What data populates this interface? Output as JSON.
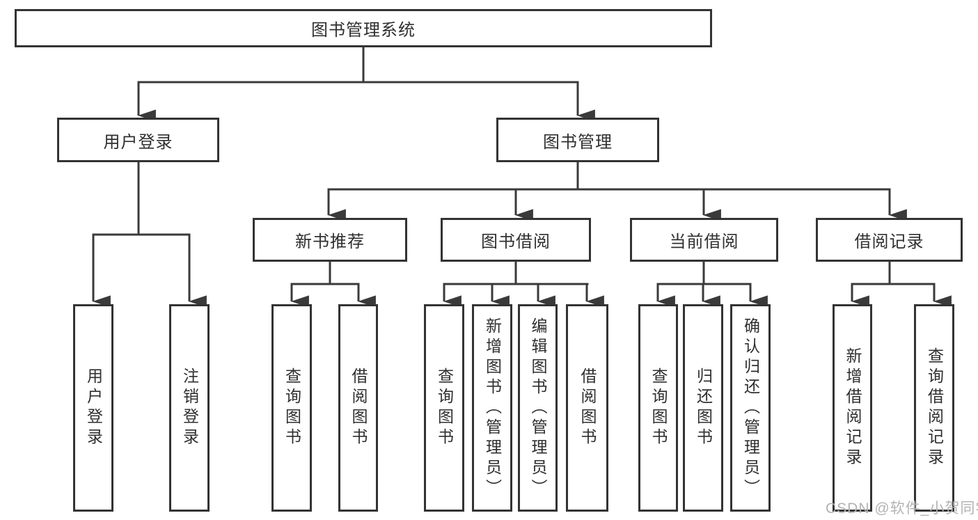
{
  "tree": {
    "root": "图书管理系统",
    "branches": [
      {
        "label": "用户登录",
        "children": [
          "用户登录",
          "注销登录"
        ]
      },
      {
        "label": "图书管理",
        "children": [
          {
            "label": "新书推荐",
            "children": [
              "查询图书",
              "借阅图书"
            ]
          },
          {
            "label": "图书借阅",
            "children": [
              "查询图书",
              "新增图书（管理员）",
              "编辑图书（管理员）",
              "借阅图书"
            ]
          },
          {
            "label": "当前借阅",
            "children": [
              "查询图书",
              "归还图书",
              "确认归还（管理员）"
            ]
          },
          {
            "label": "借阅记录",
            "children": [
              "新增借阅记录",
              "查询借阅记录"
            ]
          }
        ]
      }
    ]
  },
  "watermark": {
    "text": "CSDN @软件_小贺同学"
  },
  "colors": {
    "line": "#3a3a3a",
    "box_border": "#333333",
    "box_bg": "#ffffff",
    "text": "#2f2f2f",
    "watermark": "#b3b3b3"
  }
}
